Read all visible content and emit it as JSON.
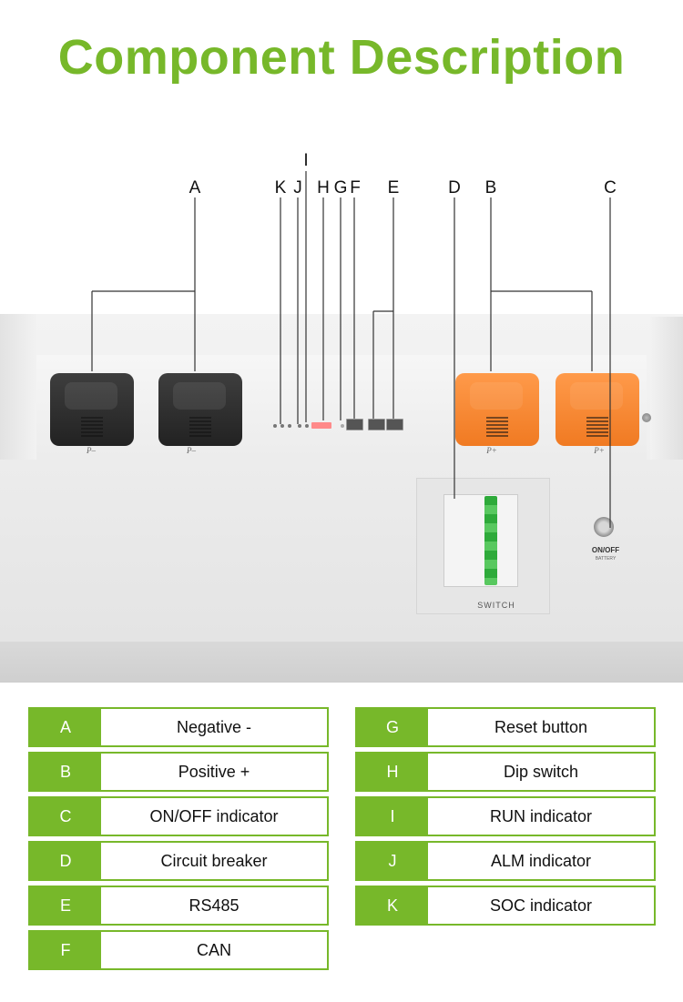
{
  "title": "Component Description",
  "callouts": {
    "A": "A",
    "B": "B",
    "C": "C",
    "D": "D",
    "E": "E",
    "F": "F",
    "G": "G",
    "H": "H",
    "I": "I",
    "J": "J",
    "K": "K"
  },
  "photo": {
    "neg_label_1": "P–",
    "neg_label_2": "P–",
    "pos_label_1": "P+",
    "pos_label_2": "P+",
    "switch_label": "SWITCH",
    "onoff_label": "ON/OFF",
    "onoff_sub": "BATTERY"
  },
  "legend": {
    "left": [
      {
        "key": "A",
        "desc": "Negative -"
      },
      {
        "key": "B",
        "desc": "Positive +"
      },
      {
        "key": "C",
        "desc": "ON/OFF indicator"
      },
      {
        "key": "D",
        "desc": "Circuit breaker"
      },
      {
        "key": "E",
        "desc": "RS485"
      },
      {
        "key": "F",
        "desc": "CAN"
      }
    ],
    "right": [
      {
        "key": "G",
        "desc": "Reset button"
      },
      {
        "key": "H",
        "desc": "Dip switch"
      },
      {
        "key": "I",
        "desc": "RUN indicator"
      },
      {
        "key": "J",
        "desc": "ALM indicator"
      },
      {
        "key": "K",
        "desc": "SOC indicator"
      }
    ]
  },
  "colors": {
    "accent": "#77b82a",
    "negative_terminal": "#2b2b2b",
    "positive_terminal": "#f5852e"
  }
}
